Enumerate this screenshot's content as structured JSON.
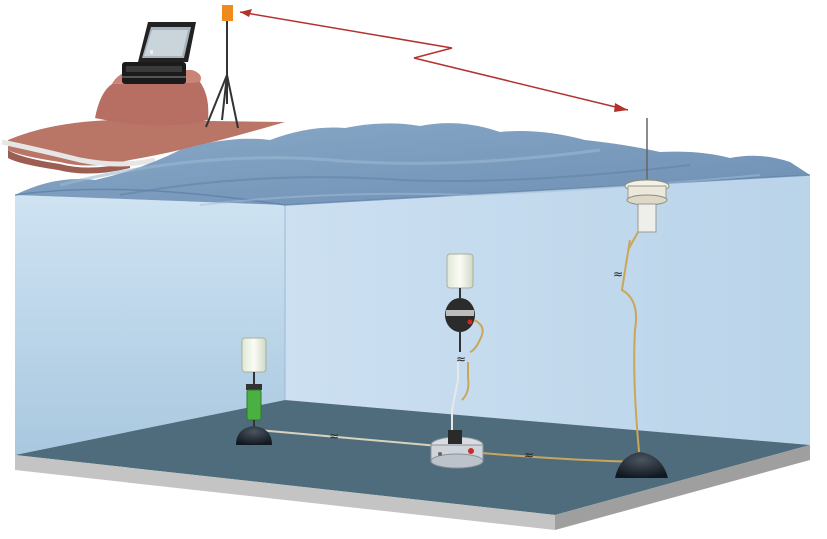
{
  "diagram": {
    "components": [
      {
        "id": "shore-station",
        "icon": "laptop-case-icon"
      },
      {
        "id": "radio-antenna-mast",
        "icon": "antenna-mast-icon"
      },
      {
        "id": "radio-link",
        "icon": "lightning-link-icon"
      },
      {
        "id": "surface-buoy",
        "icon": "buoy-icon"
      },
      {
        "id": "mid-water-sensor",
        "icon": "sensor-float-icon"
      },
      {
        "id": "bottom-sensor-left",
        "icon": "sensor-float-icon"
      },
      {
        "id": "seabed-junction-box",
        "icon": "junction-box-icon"
      },
      {
        "id": "anchor-weights",
        "icon": "anchor-icon"
      }
    ],
    "colors": {
      "land": "#b97566",
      "water_surface": "#7f9fc0",
      "water_volume": "#bcd6ea",
      "seabed": "#4f6c7c",
      "cable": "#c9a65a",
      "radio_link": "#b3322e",
      "battery_green": "#4bb043"
    }
  }
}
